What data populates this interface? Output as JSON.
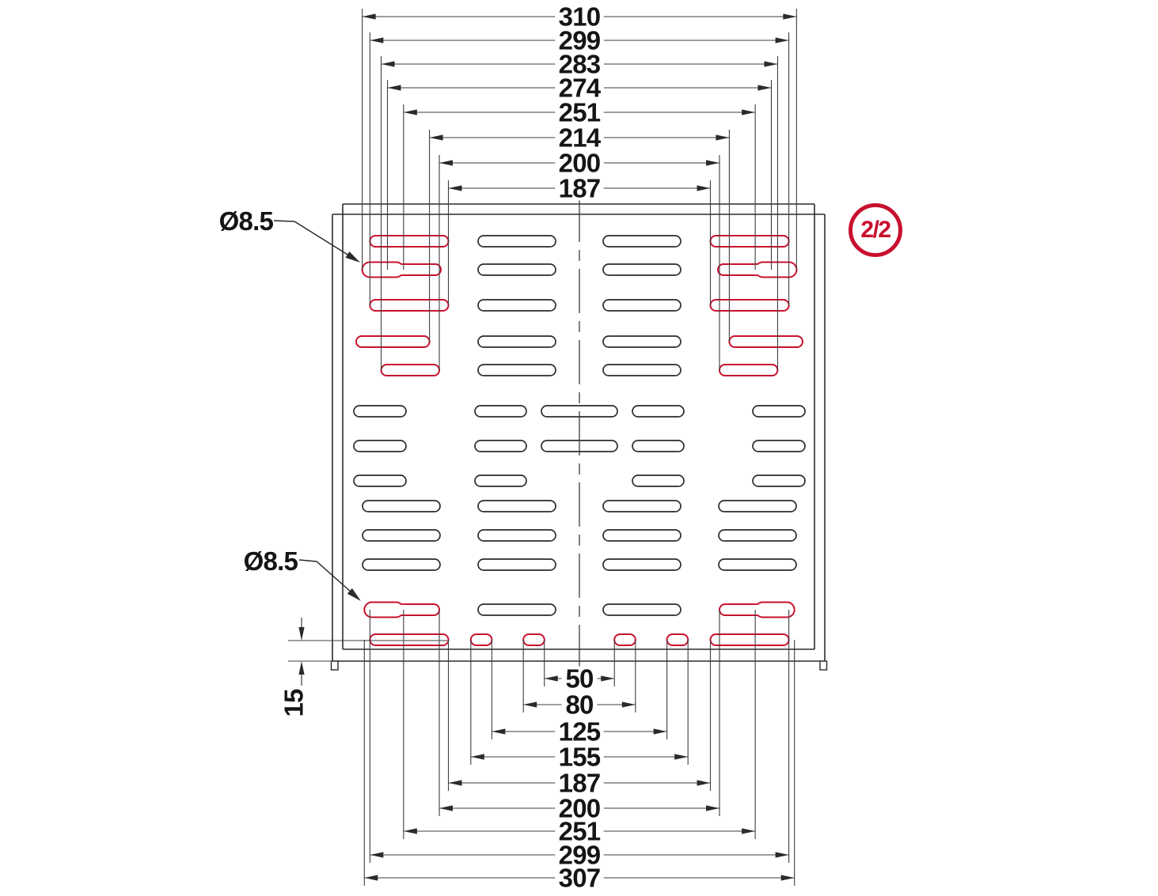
{
  "page_badge": "2/2",
  "colors": {
    "highlight": "#C8102E",
    "ink": "#2b2b2b",
    "line": "#3d3d3d",
    "background": "#ffffff"
  },
  "drawing": {
    "top_dimensions": [
      "310",
      "299",
      "283",
      "274",
      "251",
      "214",
      "200",
      "187"
    ],
    "bottom_dimensions": [
      "50",
      "80",
      "125",
      "155",
      "187",
      "200",
      "251",
      "299",
      "307"
    ],
    "side_dimension": "15",
    "hole_labels": [
      "Ø8.5",
      "Ø8.5"
    ]
  }
}
